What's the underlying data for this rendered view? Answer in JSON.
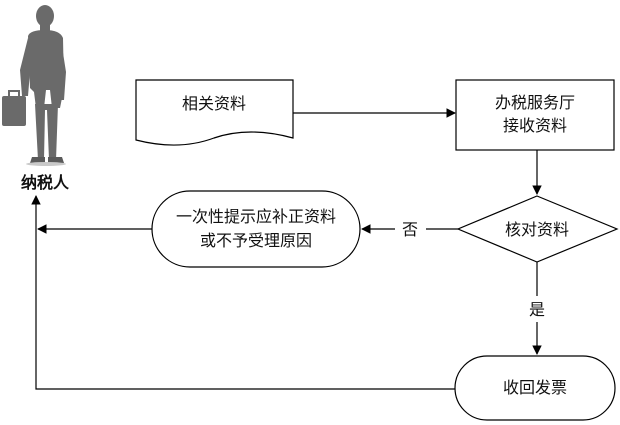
{
  "actor": {
    "label": "纳税人",
    "icon": "businessman-with-briefcase-icon"
  },
  "nodes": {
    "document": {
      "label": "相关资料"
    },
    "hall": {
      "line1": "办税服务厅",
      "line2": "接收资料"
    },
    "check": {
      "label": "核对资料"
    },
    "reject": {
      "line1": "一次性提示应补正资料",
      "line2": "或不予受理原因"
    },
    "recover": {
      "label": "收回发票"
    }
  },
  "edges": {
    "no_label": "否",
    "yes_label": "是"
  },
  "colors": {
    "line": "#000000",
    "shape_fill": "#ffffff",
    "silhouette": "#6a6a6a"
  }
}
